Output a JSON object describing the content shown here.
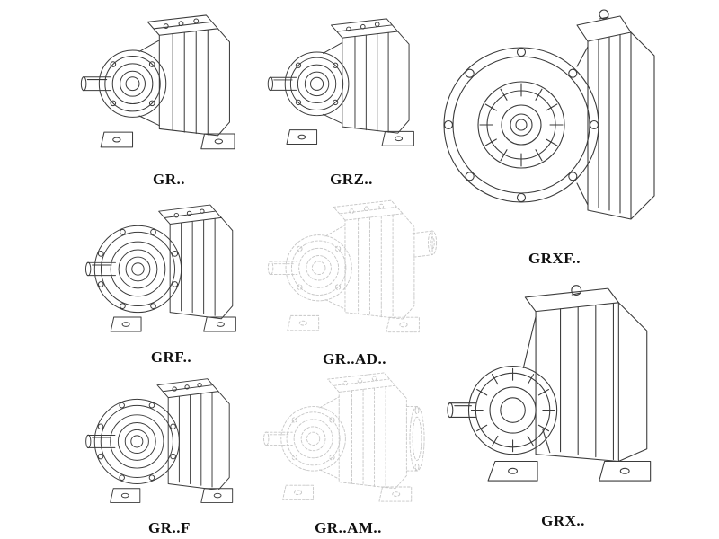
{
  "page": {
    "background": "#ffffff",
    "line_color": "#3b3b3b",
    "phantom_line_color": "#c6c6c6"
  },
  "products": [
    {
      "label": "GR.."
    },
    {
      "label": "GRZ.."
    },
    {
      "label": "GRXF.."
    },
    {
      "label": "GRF.."
    },
    {
      "label": "GR..AD.."
    },
    {
      "label": "GR..F"
    },
    {
      "label": "GR..AM.."
    },
    {
      "label": "GRX.."
    }
  ]
}
